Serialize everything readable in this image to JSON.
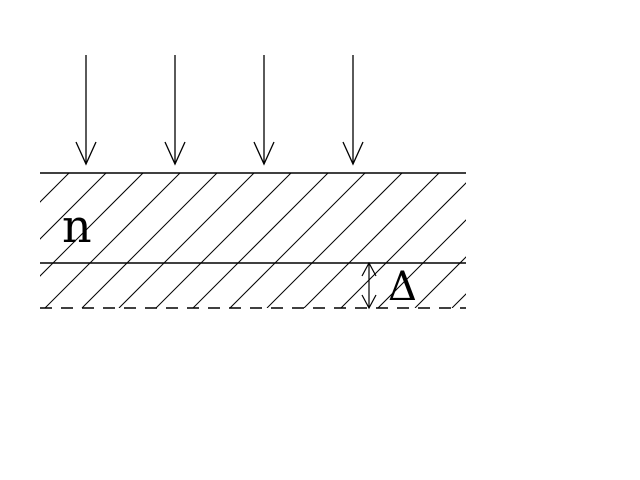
{
  "labels": {
    "refractive_index": "n",
    "thickness_change": "Δ"
  },
  "diagram": {
    "incident_arrow_count": 4,
    "stroke_color": "#000000",
    "background_color": "#ffffff"
  }
}
